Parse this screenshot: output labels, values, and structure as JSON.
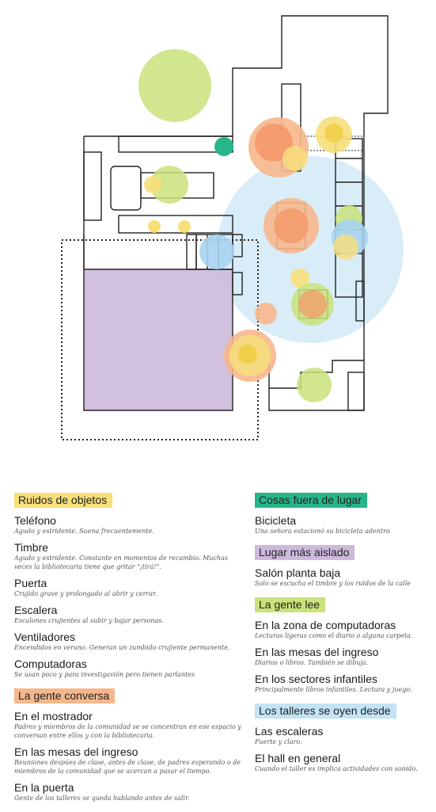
{
  "categories": [
    {
      "id": "ruidos",
      "label": "Ruidos de objetos",
      "color": "#f7df7a",
      "items": [
        {
          "title": "Teléfono",
          "desc": "Agudo y estridente. Suena frecuentemente."
        },
        {
          "title": "Timbre",
          "desc": "Agudo y estridente. Constante en momentos de recambio. Muchas veces la bibliotecaria tiene que gritar \"¡tirá!\"."
        },
        {
          "title": "Puerta",
          "desc": "Crujido grave y prolongado al abrir y cerrar."
        },
        {
          "title": "Escalera",
          "desc": "Escalones crujientes al subir y bajar personas."
        },
        {
          "title": "Ventiladores",
          "desc": "Encendidos en verano. Generan un zumbido crujiente permanente."
        },
        {
          "title": "Computadoras",
          "desc": "Se usan poco y para investigavión  pero tienen parlantes"
        }
      ]
    },
    {
      "id": "conversa",
      "label": "La gente conversa",
      "color": "#f6b78c",
      "items": [
        {
          "title": "En el mostrador",
          "desc": "Padres y miembros de la comunidad se se concentran en ese espacio y conversan entre ellos y con la bibliotecaria."
        },
        {
          "title": "En las mesas del ingreso",
          "desc": "Reuniones despúes de clase, antes de clase, de padres esperando o de miembros de la comunidad que se acercan a pasar el tiempo."
        },
        {
          "title": "En la puerta",
          "desc": "Gente de los talleres se queda hablando antes de salir."
        }
      ]
    },
    {
      "id": "fuera",
      "label": "Cosas fuera de lugar",
      "color": "#27b58a",
      "items": [
        {
          "title": "Bicicleta",
          "desc": "Una señora estacionó su bicicleta adentro"
        }
      ]
    },
    {
      "id": "aislado",
      "label": "Lugar más aislado",
      "color": "#cdb9dc",
      "items": [
        {
          "title": "Salón planta baja",
          "desc": "Solo se escucha el timbre y los ruidos de la calle"
        }
      ]
    },
    {
      "id": "lee",
      "label": "La gente lee",
      "color": "#c9e27a",
      "items": [
        {
          "title": "En la zona de computadoras",
          "desc": "Lecturas ligeras como el diario o alguna carpeta."
        },
        {
          "title": "En las mesas del ingreso",
          "desc": "Diarios o libros. También se dibuja."
        },
        {
          "title": "En los sectores infantiles",
          "desc": "Principalmente libros infantiles. Lectura y juego."
        }
      ]
    },
    {
      "id": "talleres",
      "label": "Los talleres se oyen desde",
      "color": "#c2e4f4",
      "items": [
        {
          "title": "Las escaleras",
          "desc": "Fuerte y claro."
        },
        {
          "title": "El hall en general",
          "desc": "Cuando el taller es implica actividades con sonido."
        }
      ]
    }
  ],
  "columns": {
    "left": [
      "ruidos",
      "conversa"
    ],
    "right": [
      "fuera",
      "aislado",
      "lee",
      "talleres"
    ]
  }
}
